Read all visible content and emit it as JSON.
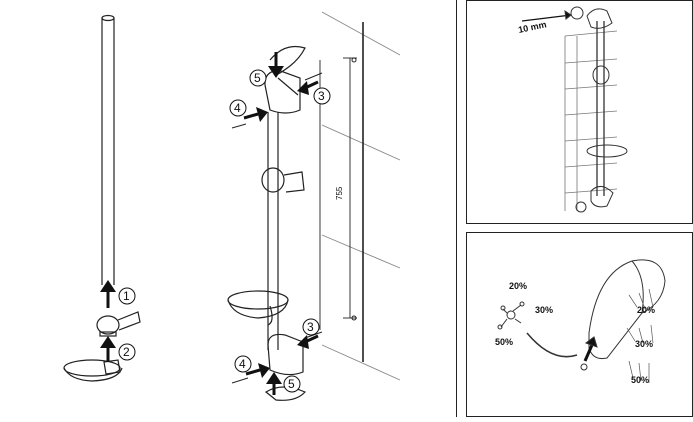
{
  "steps": {
    "step1": "1",
    "step2": "2",
    "step3_top": "3",
    "step4_top": "4",
    "step5_top": "5",
    "step3_bottom": "3",
    "step4_bottom": "4",
    "step5_bottom": "5"
  },
  "dimensions": {
    "rail_spacing": "755",
    "wall_offset": "10 mm"
  },
  "angles": {
    "left_a": "20%",
    "left_b": "30%",
    "left_c": "50%",
    "head_a": "20%",
    "head_b": "30%",
    "head_c": "50%"
  }
}
